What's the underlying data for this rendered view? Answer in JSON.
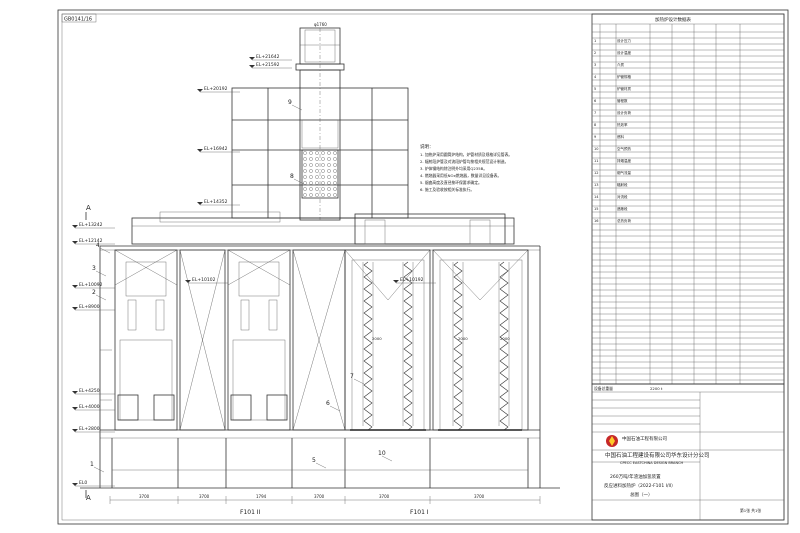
{
  "drawing_code": "GB0141/16",
  "elevations": [
    "EL+21642",
    "EL+21592",
    "EL+20192",
    "EL+16942",
    "EL+14352",
    "EL+13242",
    "EL+12142",
    "EL+10092",
    "EL+8900",
    "EL+10102",
    "EL+10192",
    "EL+4250",
    "EL+4000",
    "EL+2800",
    "EL0"
  ],
  "callouts": [
    "1",
    "2",
    "3",
    "4",
    "5",
    "6",
    "7",
    "8",
    "9",
    "10"
  ],
  "dimensions": [
    "3700",
    "3700",
    "1794",
    "3700",
    "3700",
    "3700",
    "2000",
    "2000",
    "2000"
  ],
  "axis_labels": [
    "F101 II",
    "F101 I"
  ],
  "section_mark": "A",
  "notes_header": "说明：",
  "notes": [
    "1. 加热炉采用圆筒炉结构，炉管材质及规格详见管表。",
    "2. 辐射段炉管及对流段炉管均按相关规范设计制造。",
    "3. 炉体钢结构除注明外均采用Q235B。",
    "4. 燃烧器采用低NOx燃烧器，数量详见设备表。",
    "5. 烟囱高度及直径按环保要求确定。",
    "6. 施工及验收按相关标准执行。"
  ],
  "table_header": "加热炉设计数据表",
  "table_rows": [
    "设计压力",
    "设计温度",
    "介质",
    "炉管规格",
    "炉管材质",
    "管程数",
    "设计负荷",
    "热效率",
    "燃料",
    "空气预热",
    "排烟温度",
    "烟气流量",
    "辐射段",
    "对流段",
    "遮蔽段",
    "总热负荷"
  ],
  "title_block": {
    "company_cn": "中国石油工程建设有限公司华东设计分公司",
    "company_en": "CPECC EASTCHINA DESIGN BRANCH",
    "company_short": "中国石油工程有限公司",
    "drawing_title_1": "260万吨/年渣油加氢装置",
    "drawing_title_2": "反应进料加热炉（2022-F101 I/II）",
    "drawing_title_3": "总图（一）",
    "weight_label": "设备总重量",
    "weight_value": "2200 t",
    "sheet": "第1张 共1张"
  }
}
